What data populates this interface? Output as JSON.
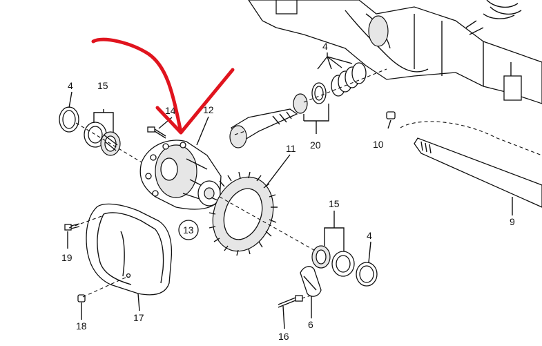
{
  "callouts": {
    "c4a": "4",
    "c15a": "15",
    "c14": "14",
    "c12": "12",
    "c4b": "4",
    "c20": "20",
    "c11": "11",
    "c10": "10",
    "c13": "13",
    "c15b": "15",
    "c4c": "4",
    "c9": "9",
    "c19": "19",
    "c17": "17",
    "c18": "18",
    "c6": "6",
    "c16": "16"
  },
  "colors": {
    "line": "#111111",
    "annotation": "#e0141e",
    "background": "#ffffff"
  }
}
